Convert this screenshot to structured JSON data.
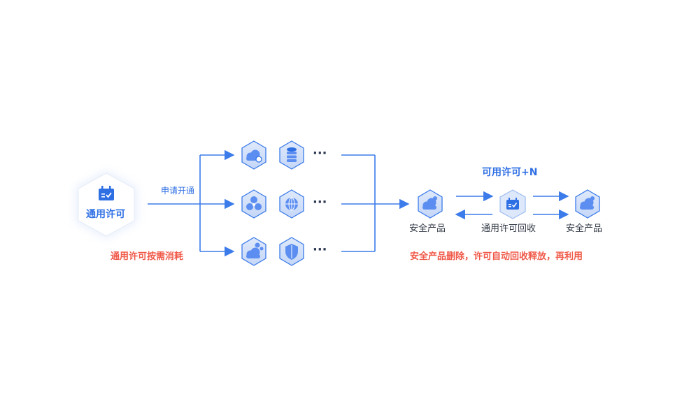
{
  "diagram": {
    "source_node": {
      "label": "通用许可",
      "icon": "license-calendar-check-icon"
    },
    "apply_label": "申请开通",
    "consume_note": "通用许可按需消耗",
    "product_rows": [
      {
        "icons": [
          "cloud-shield-icon",
          "database-icon"
        ],
        "more": "···"
      },
      {
        "icons": [
          "cluster-icon",
          "globe-icon"
        ],
        "more": "···"
      },
      {
        "icons": [
          "cloud-network-icon",
          "shield-icon"
        ],
        "more": "···"
      }
    ],
    "left_product_label": "安全产品",
    "recycle_node_label": "通用许可回收",
    "recycle_icon": "license-calendar-check-icon",
    "right_product_label": "安全产品",
    "available_label": "可用许可+N",
    "release_note": "安全产品删除，许可自动回收释放，再利用",
    "colors": {
      "primary_blue": "#2f6fe4",
      "icon_blue": "#5b8ef0",
      "arrow_blue": "#3b7bea",
      "note_red": "#f05a4a",
      "text_dark": "#333a46"
    }
  }
}
